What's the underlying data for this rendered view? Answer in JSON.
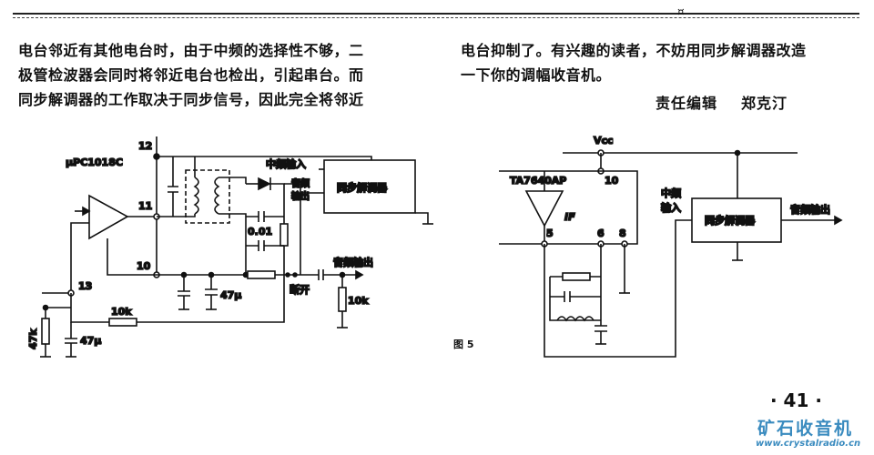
{
  "header": {
    "corner_mark": "¤"
  },
  "article": {
    "left_lines": [
      "电台邻近有其他电台时，由于中频的选择性不够，二",
      "极管检波器会同时将邻近电台也检出，引起串台。而",
      "同步解调器的工作取决于同步信号，因此完全将邻近"
    ],
    "right_lines": [
      "电台抑制了。有兴趣的读者，不妨用同步解调器改造",
      "一下你的调幅收音机。"
    ],
    "editor_label": "责任编辑",
    "editor_name": "郑克汀"
  },
  "circuit_left": {
    "ic_name": "μPC1018C",
    "pins": [
      "12",
      "11",
      "10",
      "13"
    ],
    "if_input": "中频输入",
    "audio_out_top_1": "音频",
    "audio_out_top_2": "输出",
    "demod": "同步解调器",
    "cap_value": "0.01",
    "cap_47": "47μ",
    "cap_47b": "47μ",
    "res_10k": "10k",
    "res_47k": "47k",
    "res_10k_out": "10k",
    "switch": "断开",
    "audio_out": "音频输出"
  },
  "circuit_right": {
    "vcc": "Vcc",
    "chip": "TA7640AP",
    "if_mark": "IF",
    "pins": [
      "10",
      "5",
      "6",
      "8"
    ],
    "if_input_1": "中频",
    "if_input_2": "输入",
    "demod": "同步解调器",
    "audio_out": "音频输出"
  },
  "figure_caption": "图 5",
  "page_number": "· 41 ·",
  "brand": "矿石收音机",
  "brand_url": "www.crystalradio.cn"
}
